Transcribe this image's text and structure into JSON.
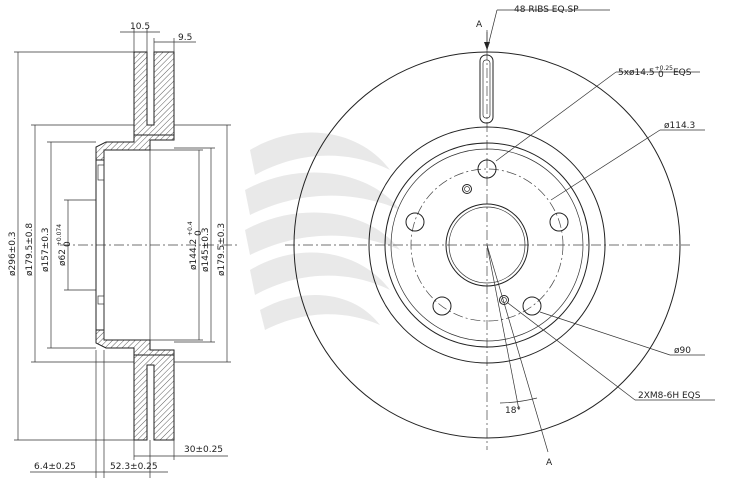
{
  "side_view": {
    "dims": {
      "top_left": "10.5",
      "top_right": "9.5",
      "d_outer": "ø296±0.3",
      "d_179_left": "ø179.5±0.8",
      "d_157": "ø157±0.3",
      "d_62": "ø62",
      "d_62_tol": "+0.074",
      "d_62_tol2": "0",
      "d_144": "ø144.2",
      "d_144_tol": "+0.4",
      "d_144_tol2": "0",
      "d_145": "ø145±0.3",
      "d_179_right": "ø179.5±0.3",
      "bottom_thk": "30±0.25",
      "bottom_left": "6.4±0.25",
      "bottom_mid": "52.3±0.25"
    }
  },
  "front_view": {
    "section_label_top": "A",
    "section_label_bottom": "A",
    "ribs": "48  RIBS  EQ.SP",
    "holes_prefix": "5xø14.5",
    "holes_tol_top": "+0.25",
    "holes_tol_bottom": "0",
    "holes_suffix": "EQS",
    "pcd": "ø114.3",
    "hub": "ø90",
    "threads": "2XM8-6H  EQS",
    "angle": "18°"
  }
}
